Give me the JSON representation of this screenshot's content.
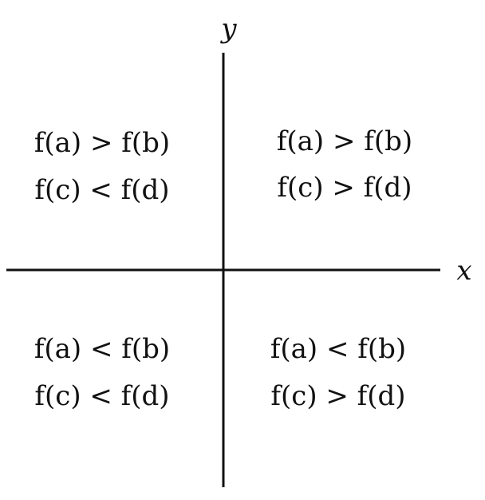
{
  "axes": {
    "x_label": "x",
    "y_label": "y"
  },
  "quadrants": {
    "top_left": {
      "line1": "f(a) > f(b)",
      "line2": "f(c) < f(d)"
    },
    "top_right": {
      "line1": "f(a) > f(b)",
      "line2": "f(c) > f(d)"
    },
    "bottom_left": {
      "line1": "f(a) < f(b)",
      "line2": "f(c) < f(d)"
    },
    "bottom_right": {
      "line1": "f(a) < f(b)",
      "line2": "f(c) > f(d)"
    }
  }
}
